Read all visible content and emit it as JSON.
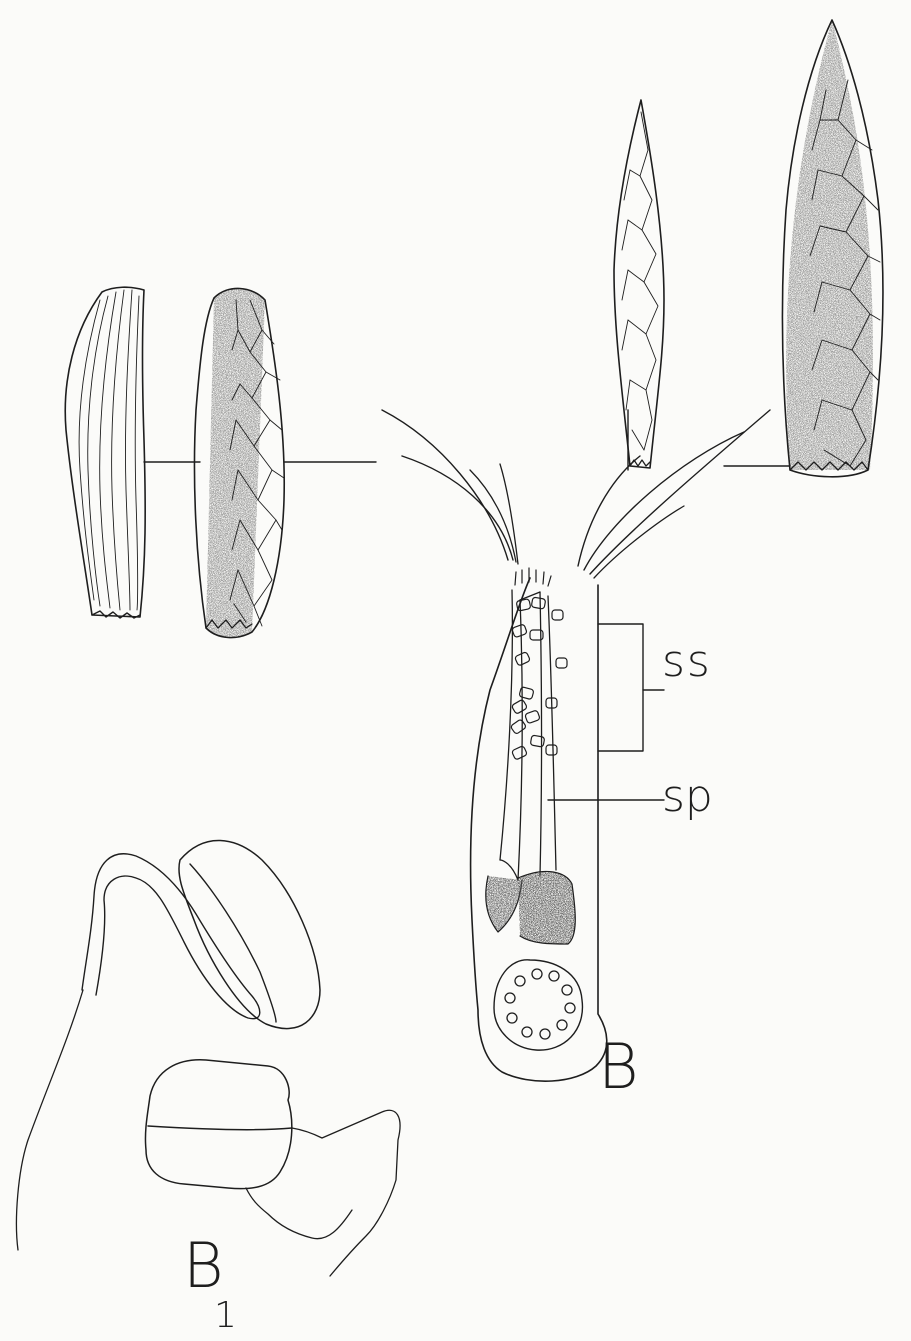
{
  "labels": {
    "ss": "ss",
    "sp": "sp",
    "B": "B",
    "B1_main": "B",
    "B1_sub": "1"
  }
}
